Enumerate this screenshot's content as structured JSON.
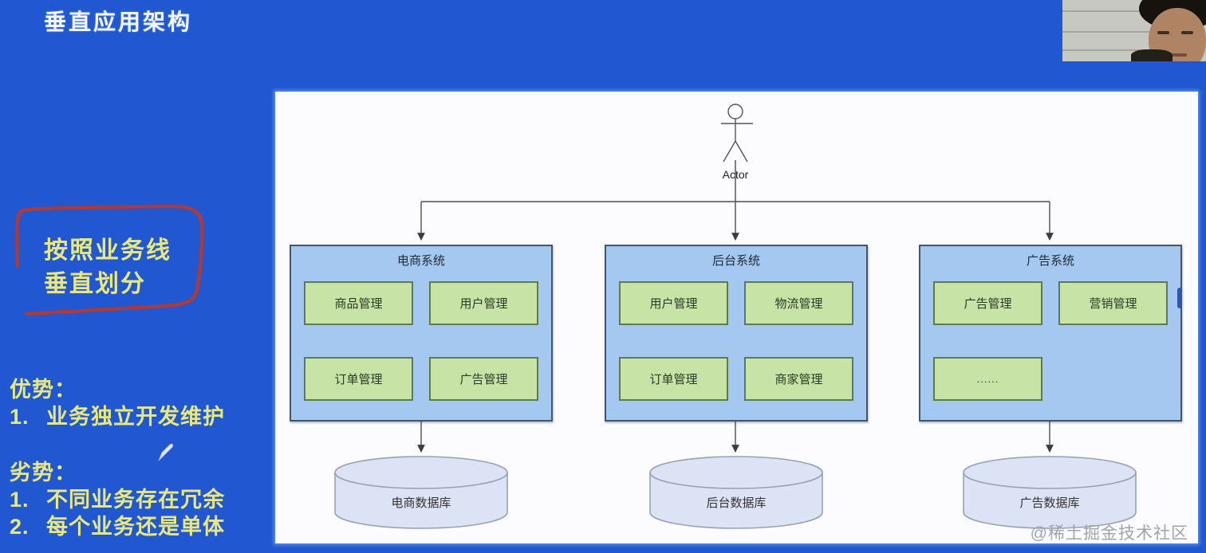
{
  "slide": {
    "title": "垂直应用架构",
    "circled_note": {
      "line1": "按照业务线",
      "line2": "垂直划分"
    },
    "pros": {
      "heading": "优势：",
      "items": [
        {
          "num": "1.",
          "text": "业务独立开发维护"
        }
      ]
    },
    "cons": {
      "heading": "劣势：",
      "items": [
        {
          "num": "1.",
          "text": "不同业务存在冗余"
        },
        {
          "num": "2.",
          "text": "每个业务还是单体"
        }
      ]
    }
  },
  "diagram": {
    "actor_label": "Actor",
    "systems": [
      {
        "title": "电商系统",
        "modules": [
          "商品管理",
          "用户管理",
          "订单管理",
          "广告管理"
        ],
        "database": "电商数据库"
      },
      {
        "title": "后台系统",
        "modules": [
          "用户管理",
          "物流管理",
          "订单管理",
          "商家管理"
        ],
        "database": "后台数据库"
      },
      {
        "title": "广告系统",
        "modules": [
          "广告管理",
          "营销管理",
          "......"
        ],
        "database": "广告数据库"
      }
    ]
  },
  "watermark": "@稀土掘金技术社区",
  "colors": {
    "background_blue": "#2158d2",
    "note_yellow": "#e9e87f",
    "annotation_red": "#b23a31",
    "system_box_fill": "#a4c8f0",
    "system_box_border": "#41566c",
    "module_fill": "#c7e3a6",
    "module_border": "#5e7a50",
    "database_fill": "#dbe3f5",
    "connector_gray": "#4d4d4d"
  }
}
